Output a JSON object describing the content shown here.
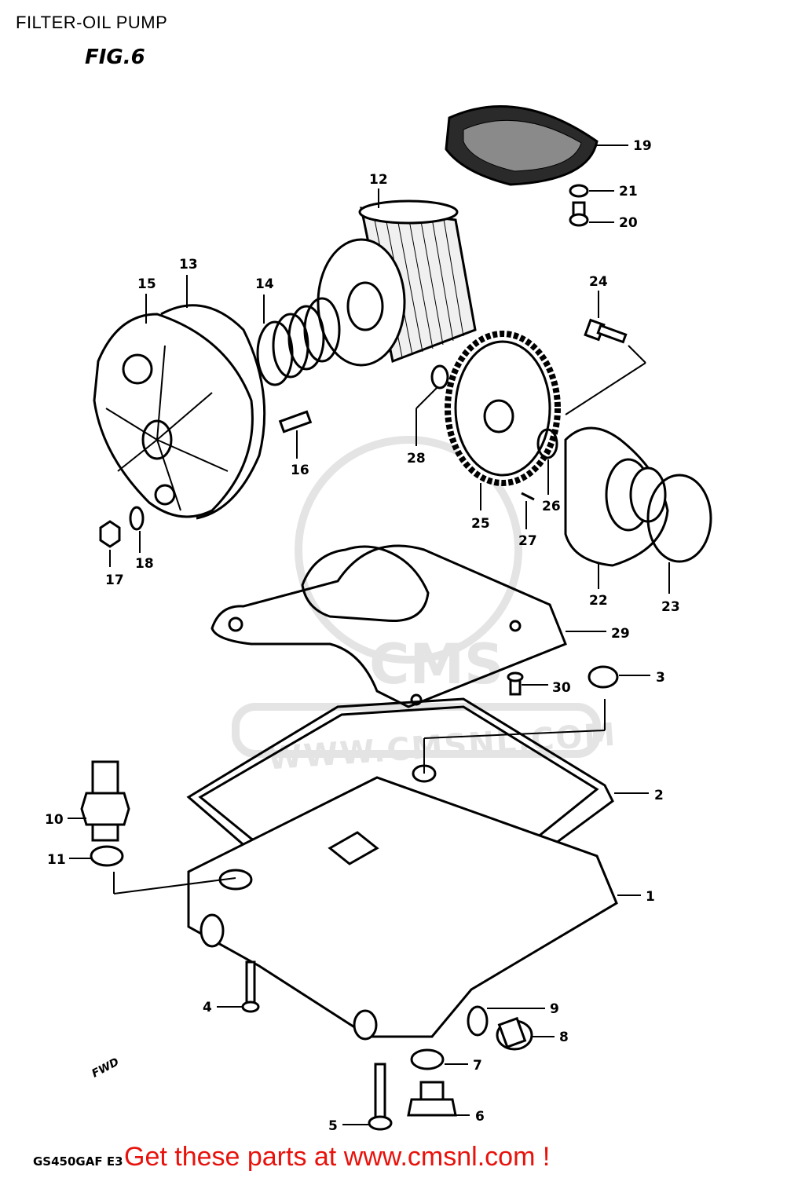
{
  "header": {
    "title": "FILTER-OIL PUMP",
    "figure": "FIG.6"
  },
  "footer": {
    "model_code": "GS450GAF E3",
    "promo_text": "Get these parts at www.cmsnl.com !"
  },
  "watermark": {
    "text": "WWW.CMSNL.COM",
    "logo": "CMS"
  },
  "direction_marker": "FWD",
  "part_callouts": [
    "1",
    "2",
    "3",
    "4",
    "5",
    "6",
    "7",
    "8",
    "9",
    "10",
    "11",
    "12",
    "13",
    "14",
    "15",
    "16",
    "17",
    "18",
    "19",
    "20",
    "21",
    "22",
    "23",
    "24",
    "25",
    "26",
    "27",
    "28",
    "29",
    "30"
  ],
  "colors": {
    "line": "#000000",
    "promo": "#e8120c",
    "watermark": "#e4e4e4",
    "background": "#ffffff"
  }
}
